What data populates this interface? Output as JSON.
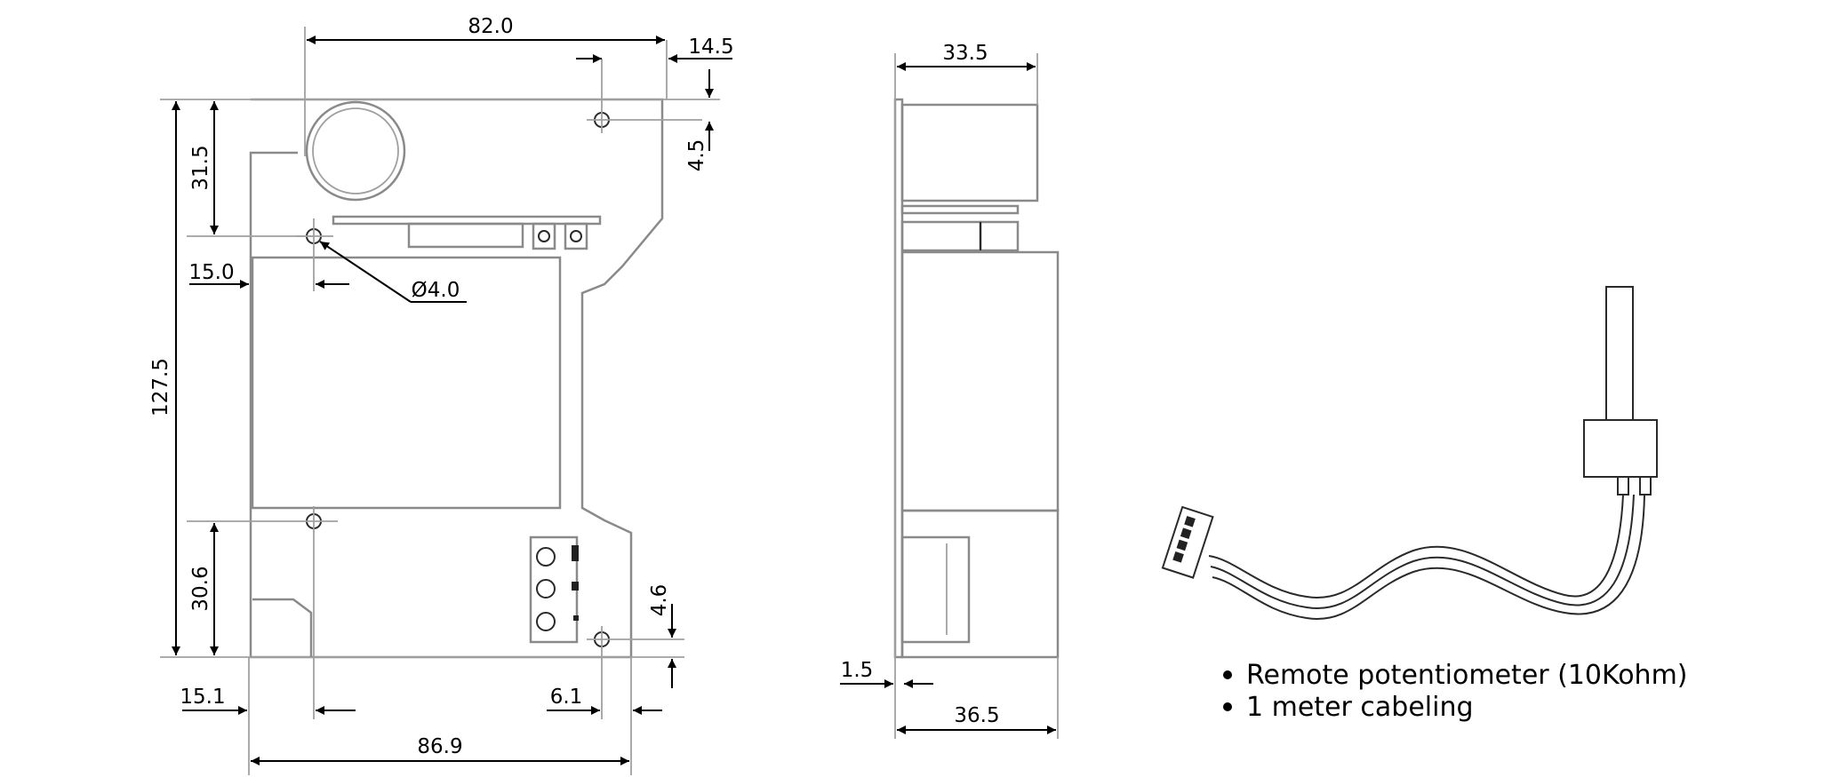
{
  "front_view": {
    "dim_top_width": "82.0",
    "dim_top_right": "14.5",
    "dim_right_upper": "4.5",
    "dim_left_upper": "31.5",
    "dim_total_height": "127.5",
    "dim_left_offset": "15.0",
    "dim_hole_diameter": "Ø4.0",
    "dim_left_lower": "30.6",
    "dim_right_lower": "4.6",
    "dim_bottom_left": "15.1",
    "dim_bottom_right": "6.1",
    "dim_bottom_width": "86.9"
  },
  "side_view": {
    "dim_top_depth": "33.5",
    "dim_plate": "1.5",
    "dim_bottom_depth": "36.5"
  },
  "accessory": {
    "notes": [
      "Remote potentiometer (10Kohm)",
      "1 meter cabeling"
    ]
  }
}
